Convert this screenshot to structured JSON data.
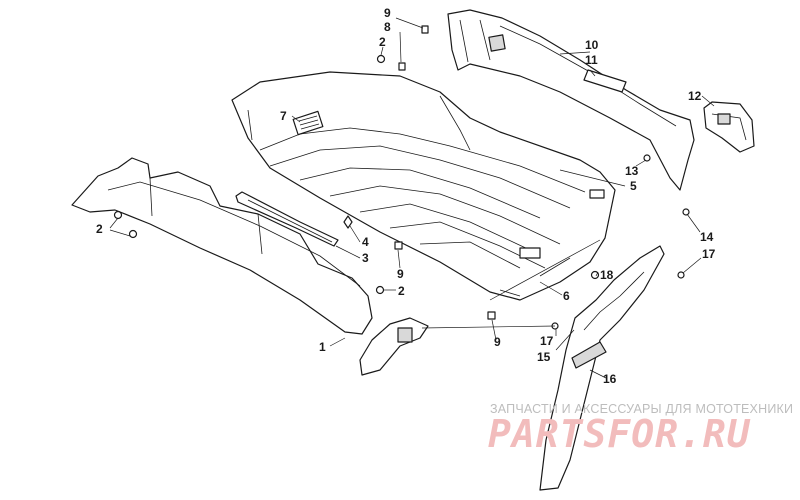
{
  "diagram": {
    "callouts": [
      {
        "id": "c1",
        "label": "1"
      },
      {
        "id": "c2a",
        "label": "2"
      },
      {
        "id": "c2b",
        "label": "2"
      },
      {
        "id": "c2c",
        "label": "2"
      },
      {
        "id": "c3",
        "label": "3"
      },
      {
        "id": "c4",
        "label": "4"
      },
      {
        "id": "c5",
        "label": "5"
      },
      {
        "id": "c6",
        "label": "6"
      },
      {
        "id": "c7",
        "label": "7"
      },
      {
        "id": "c8",
        "label": "8"
      },
      {
        "id": "c9a",
        "label": "9"
      },
      {
        "id": "c9b",
        "label": "9"
      },
      {
        "id": "c9c",
        "label": "9"
      },
      {
        "id": "c10",
        "label": "10"
      },
      {
        "id": "c11",
        "label": "11"
      },
      {
        "id": "c12",
        "label": "12"
      },
      {
        "id": "c13",
        "label": "13"
      },
      {
        "id": "c14",
        "label": "14"
      },
      {
        "id": "c15",
        "label": "15"
      },
      {
        "id": "c16",
        "label": "16"
      },
      {
        "id": "c17a",
        "label": "17"
      },
      {
        "id": "c17b",
        "label": "17"
      },
      {
        "id": "c18",
        "label": "18"
      }
    ]
  },
  "watermark": {
    "tagline": "ЗАПЧАСТИ И АКСЕССУАРЫ ДЛЯ МОТОТЕХНИКИ",
    "logo": "PARTSFOR.RU",
    "color": "#f2bcbc"
  }
}
